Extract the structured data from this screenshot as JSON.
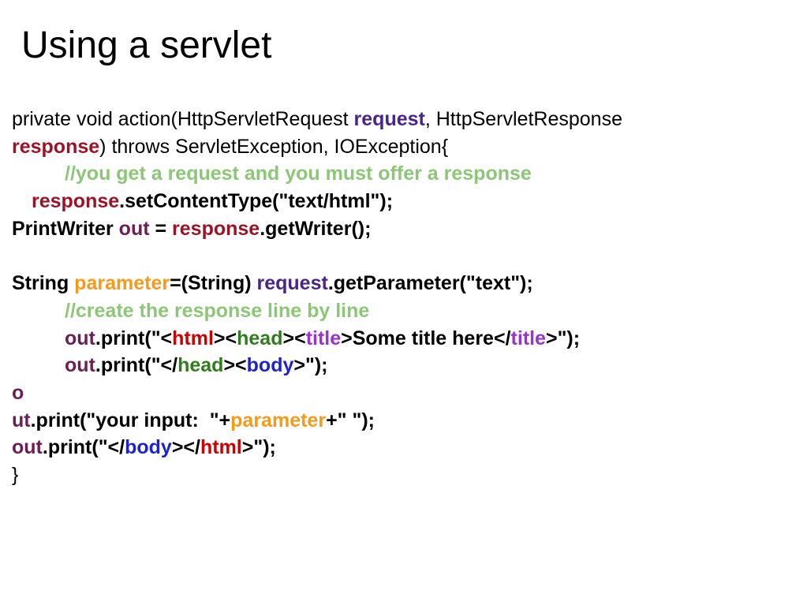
{
  "slide": {
    "title": "Using a servlet",
    "lines": [
      {
        "id": "l1",
        "segments": [
          {
            "t": "private void action(HttpServletRequest ",
            "c": ""
          },
          {
            "t": "request",
            "c": "c-request"
          },
          {
            "t": ", HttpServletResponse",
            "c": ""
          }
        ]
      },
      {
        "id": "l2",
        "segments": [
          {
            "t": "response",
            "c": "c-response"
          },
          {
            "t": ") throws ServletException, IOException{",
            "c": ""
          }
        ]
      },
      {
        "id": "l3",
        "indent": "indent",
        "segments": [
          {
            "t": "//you get a request and you must offer a response",
            "c": "c-comment"
          }
        ]
      },
      {
        "id": "l4",
        "indent": "indent-s",
        "segments": [
          {
            "t": "response",
            "c": "c-response"
          },
          {
            "t": ".setContentType(\"text/html\");",
            "c": "b"
          }
        ]
      },
      {
        "id": "l5",
        "segments": [
          {
            "t": "PrintWriter ",
            "c": "b"
          },
          {
            "t": "out",
            "c": "c-out"
          },
          {
            "t": " = ",
            "c": "b"
          },
          {
            "t": "response",
            "c": "c-response"
          },
          {
            "t": ".getWriter();",
            "c": "b"
          }
        ]
      },
      {
        "id": "l6",
        "blank": true,
        "segments": []
      },
      {
        "id": "l7",
        "segments": [
          {
            "t": "String ",
            "c": "b"
          },
          {
            "t": "parameter",
            "c": "c-param"
          },
          {
            "t": "=(String) ",
            "c": "b"
          },
          {
            "t": "request",
            "c": "c-request"
          },
          {
            "t": ".getParameter(\"text\");",
            "c": "b"
          }
        ]
      },
      {
        "id": "l8",
        "indent": "indent",
        "segments": [
          {
            "t": "//create the response line by line",
            "c": "c-comment"
          }
        ]
      },
      {
        "id": "l9",
        "indent": "indent",
        "segments": [
          {
            "t": "out",
            "c": "c-out"
          },
          {
            "t": ".print(\"<",
            "c": "b"
          },
          {
            "t": "html",
            "c": "c-html"
          },
          {
            "t": "><",
            "c": "b"
          },
          {
            "t": "head",
            "c": "c-head"
          },
          {
            "t": "><",
            "c": "b"
          },
          {
            "t": "title",
            "c": "c-title"
          },
          {
            "t": ">Some title here</",
            "c": "b"
          },
          {
            "t": "title",
            "c": "c-title"
          },
          {
            "t": ">\");",
            "c": "b"
          }
        ]
      },
      {
        "id": "l10",
        "indent": "indent",
        "segments": [
          {
            "t": "out",
            "c": "c-out"
          },
          {
            "t": ".print(\"</",
            "c": "b"
          },
          {
            "t": "head",
            "c": "c-head"
          },
          {
            "t": "><",
            "c": "b"
          },
          {
            "t": "body",
            "c": "c-body"
          },
          {
            "t": ">\");",
            "c": "b"
          }
        ]
      },
      {
        "id": "l11",
        "segments": [
          {
            "t": "o",
            "c": "c-out"
          }
        ]
      },
      {
        "id": "l12",
        "segments": [
          {
            "t": "ut",
            "c": "c-out"
          },
          {
            "t": ".print(\"your input:  \"+",
            "c": "b"
          },
          {
            "t": "parameter",
            "c": "c-param"
          },
          {
            "t": "+\" \");",
            "c": "b"
          }
        ]
      },
      {
        "id": "l13",
        "segments": [
          {
            "t": "out",
            "c": "c-out"
          },
          {
            "t": ".print(\"</",
            "c": "b"
          },
          {
            "t": "body",
            "c": "c-body"
          },
          {
            "t": "></",
            "c": "b"
          },
          {
            "t": "html",
            "c": "c-html"
          },
          {
            "t": ">\");",
            "c": "b"
          }
        ]
      },
      {
        "id": "l14",
        "segments": [
          {
            "t": "}",
            "c": ""
          }
        ]
      }
    ]
  }
}
